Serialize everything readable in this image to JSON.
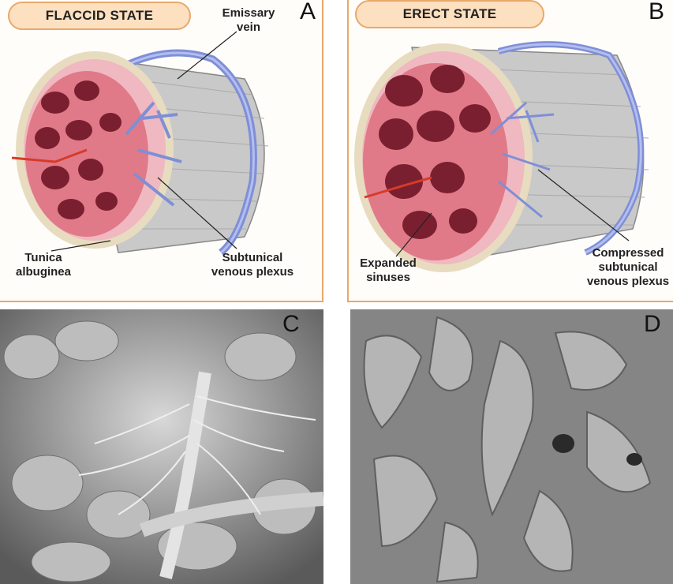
{
  "panel_a": {
    "state_label": "FLACCID STATE",
    "letter": "A",
    "label_emissary_1": "Emissary",
    "label_emissary_2": "vein",
    "label_tunica_1": "Tunica",
    "label_tunica_2": "albuginea",
    "label_plexus_1": "Subtunical",
    "label_plexus_2": "venous plexus"
  },
  "panel_b": {
    "state_label": "ERECT STATE",
    "letter": "B",
    "label_sinuses_1": "Expanded",
    "label_sinuses_2": "sinuses",
    "label_compressed_1": "Compressed",
    "label_compressed_2": "subtunical",
    "label_compressed_3": "venous plexus"
  },
  "panel_c": {
    "letter": "C"
  },
  "panel_d": {
    "letter": "D"
  },
  "colors": {
    "frame_orange": "#e8a86a",
    "pill_fill": "#fde0c0",
    "sinus_tissue": "#e07a88",
    "sinus_dark": "#7a1f30",
    "vein_blue": "#7f8fd6",
    "tunica_grey": "#b8b8b8"
  }
}
